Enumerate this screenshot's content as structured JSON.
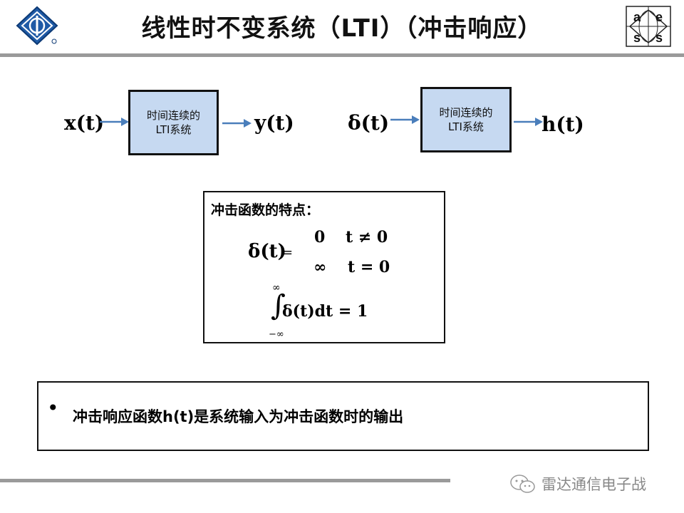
{
  "slide": {
    "title": "线性时不变系统（LTI）（冲击响应）",
    "diagram_left": {
      "input": "x(t)",
      "block_lines": [
        "时间连续的",
        "LTI系统"
      ],
      "output": "y(t)"
    },
    "diagram_right": {
      "input": "δ(t)",
      "block_lines": [
        "时间连续的",
        "LTI系统"
      ],
      "output": "h(t)"
    },
    "properties": {
      "heading": "冲击函数的特点：",
      "delta_lhs": "δ(t)",
      "equals": "=",
      "case1_value": "0",
      "case1_condition": "t ≠ 0",
      "case2_value": "∞",
      "case2_condition": "t = 0",
      "integral_upper": "∞",
      "integral_lower": "−∞",
      "integral_sign": "∫",
      "integrand": "δ(t)dt = 1"
    },
    "note": {
      "bullet": "•",
      "text": "冲击响应函数h(t)是系统输入为冲击函数时的输出"
    },
    "logo_right_letters": [
      "a",
      "e",
      "s",
      "s"
    ],
    "watermark": "雷达通信电子战",
    "colors": {
      "block_fill": "#c6d9f1",
      "arrow": "#4a7ebb",
      "rule": "#9a9a9a",
      "logo_blue": "#1f5aa6"
    }
  }
}
